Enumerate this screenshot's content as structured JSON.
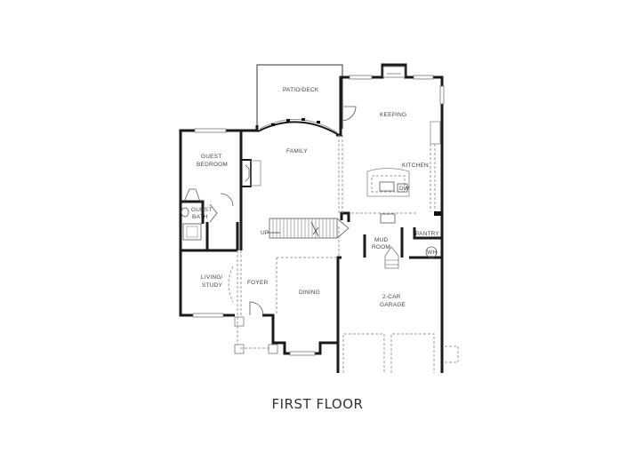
{
  "title": "FIRST FLOOR",
  "rooms": {
    "patio_deck": "PATIO/DECK",
    "keeping": "KEEPING",
    "family": "FAMILY",
    "guest_bedroom_1": "GUEST",
    "guest_bedroom_2": "BEDROOM",
    "kitchen": "KITCHEN",
    "guest_bath_1": "GUEST",
    "guest_bath_2": "BATH",
    "mud_room_1": "MUD",
    "mud_room_2": "ROOM",
    "pantry": "PANTRY",
    "living_study_1": "LIVING/",
    "living_study_2": "STUDY",
    "foyer": "FOYER",
    "dining": "DINING",
    "garage_1": "2-CAR",
    "garage_2": "GARAGE"
  },
  "annotations": {
    "stairs_up": "UP",
    "dishwasher": "DW",
    "water_heater": "WH"
  },
  "colors": {
    "wall": "#1a1a1a",
    "dashed": "#999999",
    "label": "#444444",
    "background": "#ffffff"
  }
}
